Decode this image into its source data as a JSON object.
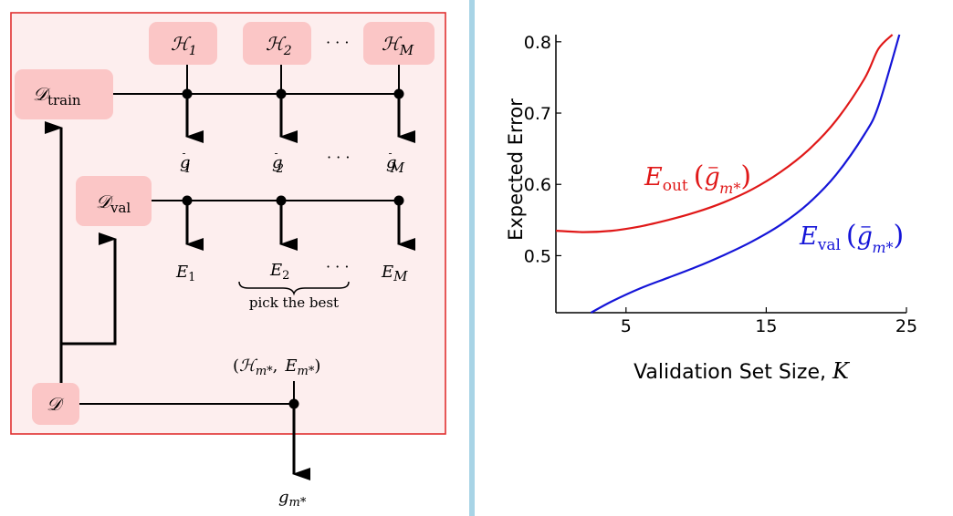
{
  "diagram": {
    "hypotheses": [
      {
        "base": "ℋ",
        "sub": "1"
      },
      {
        "base": "ℋ",
        "sub": "2"
      },
      {
        "base": "ℋ",
        "sub": "M"
      }
    ],
    "ellipsis": "· · ·",
    "d_train": {
      "base": "𝒟",
      "sub": "train"
    },
    "d_val": {
      "base": "𝒟",
      "sub": "val"
    },
    "d": {
      "base": "𝒟"
    },
    "g_outputs": [
      {
        "base": "g",
        "bar": "-",
        "sub": "1"
      },
      {
        "base": "g",
        "bar": "-",
        "sub": "2"
      },
      {
        "base": "g",
        "bar": "-",
        "sub": "M"
      }
    ],
    "e_outputs": [
      {
        "base": "E",
        "sub": "1"
      },
      {
        "base": "E",
        "sub": "2"
      },
      {
        "base": "E",
        "sub": "M"
      }
    ],
    "brace_label": "pick the best",
    "selected_pair": {
      "open": "(",
      "h": "ℋ",
      "h_sub": "m*",
      "sep": ",",
      "e": "E",
      "e_sub": "m*",
      "close": ")"
    },
    "final_output": {
      "base": "g",
      "sub": "m*"
    },
    "colors": {
      "box_fill": "#fbc6c6",
      "panel_fill": "#fdeeee",
      "panel_border": "#e03030",
      "divider": "#a8d4e6"
    }
  },
  "chart_data": {
    "type": "line",
    "xlabel": "Validation Set Size, ",
    "xlabel_var": "K",
    "ylabel": "Expected Error",
    "xlim": [
      0,
      25
    ],
    "ylim": [
      0.42,
      0.81
    ],
    "xticks": [
      "5",
      "15",
      "25"
    ],
    "xtick_values": [
      5,
      15,
      25
    ],
    "yticks": [
      "0.5",
      "0.6",
      "0.7",
      "0.8"
    ],
    "ytick_values": [
      0.5,
      0.6,
      0.7,
      0.8
    ],
    "series": [
      {
        "name": "E_out (g⁻_m*)",
        "label_main": "E",
        "label_sub": "out",
        "label_arg": "g",
        "label_arg_sub": "m*",
        "color": "#e01818",
        "x": [
          0,
          2,
          4,
          6,
          8,
          10,
          12,
          14,
          16,
          18,
          20,
          22,
          23,
          24
        ],
        "y": [
          0.535,
          0.533,
          0.535,
          0.541,
          0.55,
          0.561,
          0.575,
          0.593,
          0.617,
          0.648,
          0.69,
          0.748,
          0.79,
          0.81
        ]
      },
      {
        "name": "E_val (g⁻_m*)",
        "label_main": "E",
        "label_sub": "val",
        "label_arg": "g",
        "label_arg_sub": "m*",
        "color": "#1515d8",
        "x": [
          2.5,
          4,
          6,
          8,
          10,
          12,
          14,
          16,
          18,
          20,
          22,
          23,
          24.5
        ],
        "y": [
          0.42,
          0.436,
          0.454,
          0.469,
          0.484,
          0.501,
          0.52,
          0.543,
          0.573,
          0.614,
          0.67,
          0.71,
          0.81
        ]
      }
    ]
  }
}
